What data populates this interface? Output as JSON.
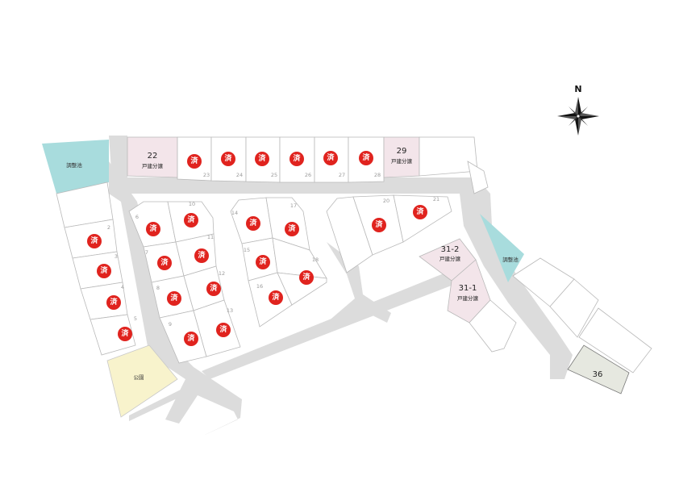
{
  "compass": {
    "north_label": "N"
  },
  "sold_mark": "済",
  "ponds": [
    {
      "label": "調整池"
    },
    {
      "label": "調整池"
    }
  ],
  "park": {
    "label": "公園"
  },
  "featured_lots": [
    {
      "number": "22",
      "type": "戸建分譲"
    },
    {
      "number": "29",
      "type": "戸建分譲"
    },
    {
      "number": "31-2",
      "type": "戸建分譲"
    },
    {
      "number": "31-1",
      "type": "戸建分譲"
    },
    {
      "number": "36"
    }
  ],
  "lot_numbers": [
    "2",
    "3",
    "4",
    "5",
    "6",
    "7",
    "8",
    "9",
    "10",
    "11",
    "12",
    "13",
    "14",
    "15",
    "16",
    "17",
    "18",
    "20",
    "21",
    "23",
    "24",
    "25",
    "26",
    "27",
    "28"
  ],
  "sold_lots": [
    "2",
    "3",
    "4",
    "5",
    "6",
    "7",
    "8",
    "9",
    "10",
    "11",
    "12",
    "13",
    "14",
    "15",
    "16",
    "17",
    "18",
    "20",
    "21",
    "23",
    "24",
    "25",
    "26",
    "27",
    "28"
  ],
  "colors": {
    "sold": "#e0231e",
    "pond": "#a8dcdd",
    "park": "#f8f3cc",
    "featured": "#f3e5ea",
    "lot36": "#e6e8e0",
    "road": "#dcdcdc"
  }
}
